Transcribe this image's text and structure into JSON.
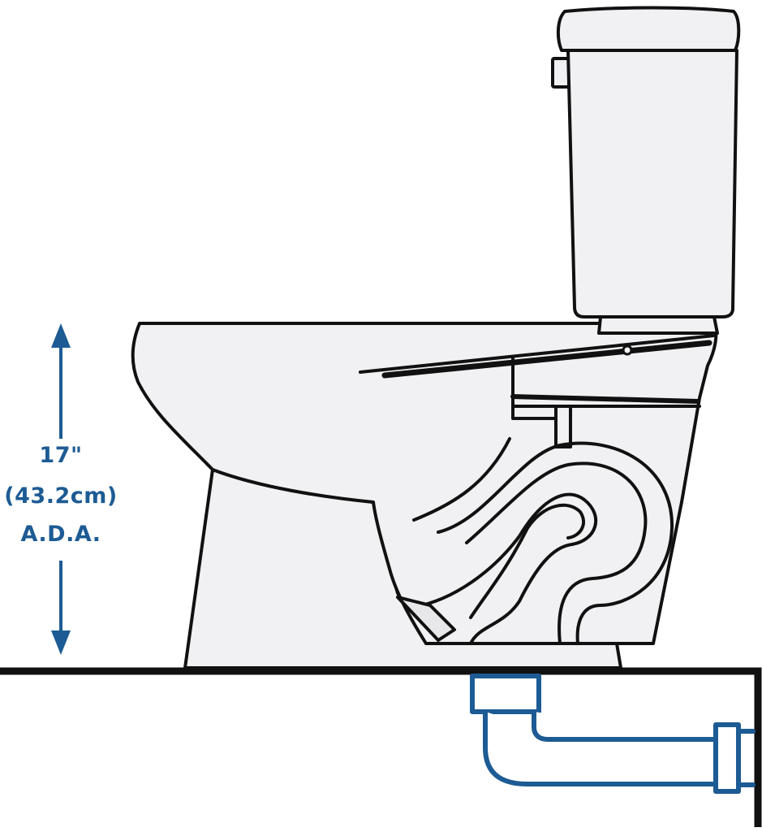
{
  "dimension": {
    "height_label": "17\"",
    "metric_label": "(43.2cm)",
    "standard_label": "A.D.A."
  },
  "colors": {
    "outline": "#111111",
    "fixture_fill": "#f1f1f3",
    "accent": "#1d5b94",
    "background": "#ffffff"
  },
  "icons": {
    "measure": "double-arrow-vertical-icon"
  }
}
